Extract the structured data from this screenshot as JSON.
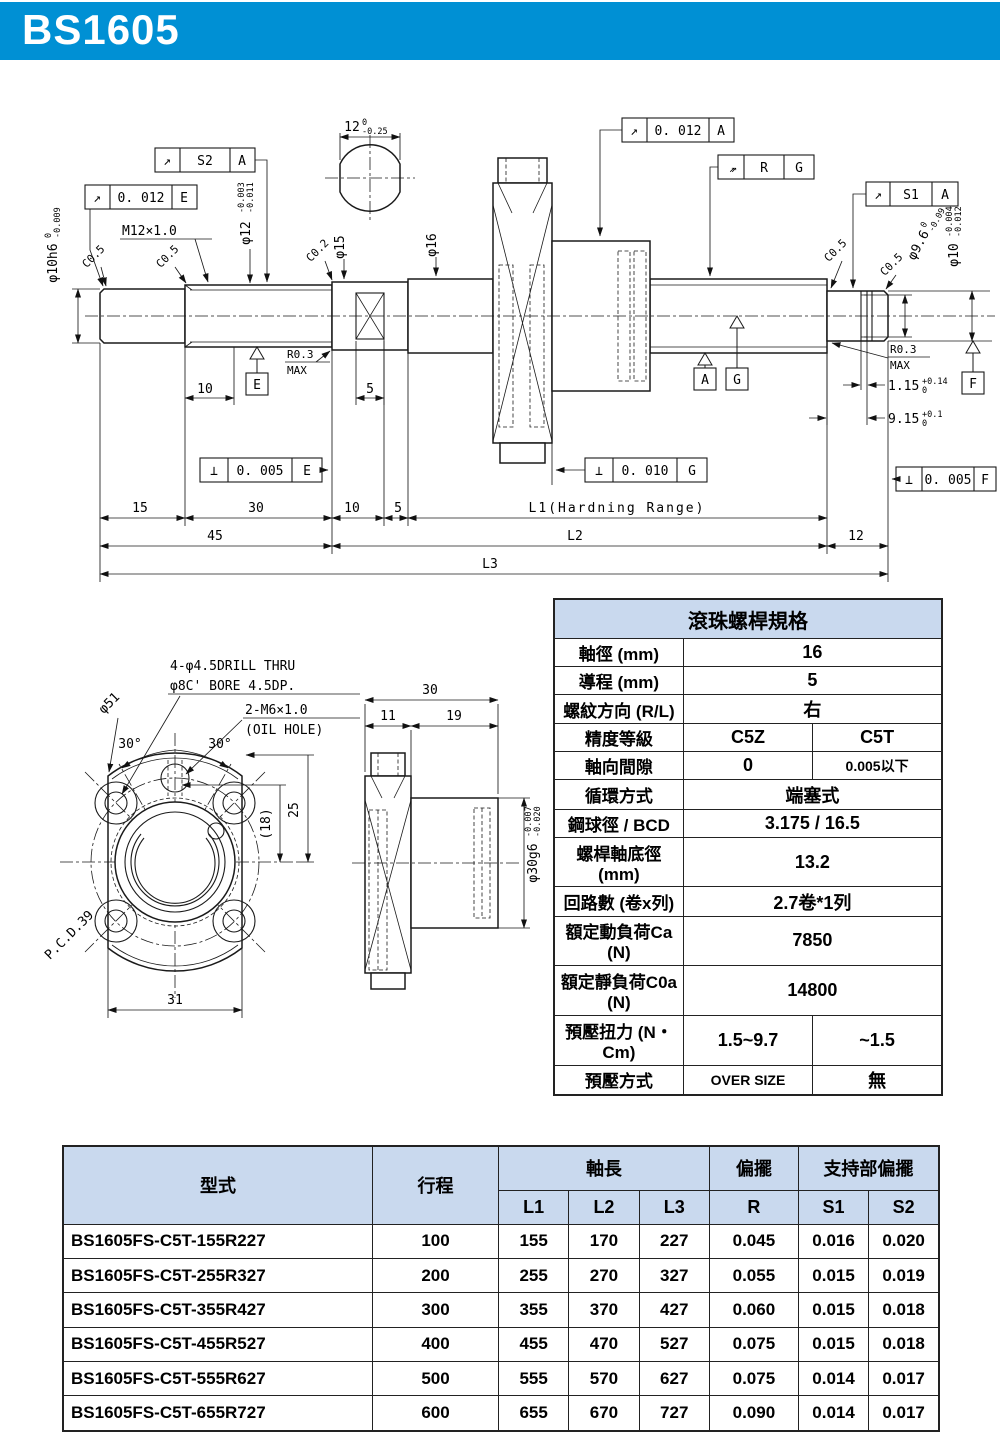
{
  "header": {
    "title": "BS1605",
    "accent_color": "#0090d4",
    "table_header_color": "#c9d9ee"
  },
  "main_drawing": {
    "frames": {
      "s2a": {
        "sym": "↗",
        "val": "S2",
        "datum": "A"
      },
      "e012": {
        "sym": "↗",
        "val": "0. 012",
        "datum": "E"
      },
      "a012": {
        "sym": "↗",
        "val": "0. 012",
        "datum": "A"
      },
      "rg": {
        "sym": "↗↗",
        "val": "R",
        "datum": "G"
      },
      "s1a": {
        "sym": "↗",
        "val": "S1",
        "datum": "A"
      },
      "perp_e": {
        "sym": "⊥",
        "val": "0. 005",
        "datum": "E"
      },
      "perp_g": {
        "sym": "⊥",
        "val": "0. 010",
        "datum": "G"
      },
      "perp_f": {
        "sym": "⊥",
        "val": "0. 005",
        "datum": "F"
      }
    },
    "datum_labels": {
      "e": "E",
      "a": "A",
      "g": "G",
      "f": "F"
    },
    "dims": {
      "sq12": {
        "main": "12",
        "up": "0",
        "dn": "-0.25"
      },
      "d10h6": {
        "main": "φ10h6",
        "up": "0",
        "dn": "-0.009"
      },
      "m12": "M12×1.0",
      "d12": {
        "main": "φ12",
        "up": "-0.003",
        "dn": "-0.011"
      },
      "d15": "φ15",
      "d16": "φ16",
      "c05a": "C0.5",
      "c05b": "C0.5",
      "c02": "C0.2",
      "c05c": "C0.5",
      "c05d": "C0.5",
      "d96": {
        "main": "φ9.6",
        "up": "0",
        "dn": "-0.09"
      },
      "d10r": {
        "main": "φ10",
        "up": "-0.004",
        "dn": "-0.012"
      },
      "r03a": "R0.3",
      "maxa": "MAX",
      "r03b": "R0.3",
      "maxb": "MAX",
      "g115": {
        "main": "1.15",
        "up": "+0.14",
        "dn": "0"
      },
      "g915": {
        "main": "9.15",
        "up": "+0.1",
        "dn": "0"
      },
      "t10": "10",
      "t5": "5",
      "c15": "15",
      "c30": "30",
      "c10": "10",
      "c5": "5",
      "l1": "L1(Hardning Range)",
      "c12": "12",
      "c45": "45",
      "l2": "L2",
      "l3": "L3"
    }
  },
  "flange_drawing": {
    "labels": {
      "drill": "4-φ4.5DRILL THRU",
      "cbore": "φ8C' BORE 4.5DP.",
      "m6": "2-M6×1.0",
      "oil": "(OIL HOLE)",
      "a30l": "30°",
      "a30r": "30°",
      "d51": "φ51",
      "b18": "(18)",
      "b25": "25",
      "pcd": "P.C.D.39",
      "w31": "31",
      "n30": "30",
      "n11": "11",
      "n19": "19",
      "d30g6": {
        "main": "φ30g6",
        "up": "-0.007",
        "dn": "-0.020"
      }
    }
  },
  "spec_table": {
    "title": "滾珠螺桿規格",
    "rows": [
      {
        "label": "軸徑 (mm)",
        "value": "16"
      },
      {
        "label": "導程 (mm)",
        "value": "5"
      },
      {
        "label": "螺紋方向 (R/L)",
        "value": "右"
      },
      {
        "label": "精度等級",
        "v1": "C5Z",
        "v2": "C5T"
      },
      {
        "label": "軸向間隙",
        "v1": "0",
        "v2": "0.005以下"
      },
      {
        "label": "循環方式",
        "value": "端塞式"
      },
      {
        "label": "鋼球徑 / BCD",
        "value": "3.175 / 16.5"
      },
      {
        "label": "螺桿軸底徑 (mm)",
        "value": "13.2"
      },
      {
        "label": "回路數 (卷x列)",
        "value": "2.7卷*1列"
      },
      {
        "label": "額定動負荷Ca  (N)",
        "value": "7850"
      },
      {
        "label": "額定靜負荷C0a  (N)",
        "value": "14800"
      },
      {
        "label": "預壓扭力  (N・Cm)",
        "v1": "1.5~9.7",
        "v2": "~1.5"
      },
      {
        "label": "預壓方式",
        "v1": "OVER SIZE",
        "v2": "無"
      }
    ]
  },
  "model_table": {
    "headers": {
      "model": "型式",
      "stroke": "行程",
      "axis_len": "軸長",
      "runout": "偏擺",
      "support_runout": "支持部偏擺",
      "l1": "L1",
      "l2": "L2",
      "l3": "L3",
      "r": "R",
      "s1": "S1",
      "s2": "S2"
    },
    "rows": [
      [
        "BS1605FS-C5T-155R227",
        "100",
        "155",
        "170",
        "227",
        "0.045",
        "0.016",
        "0.020"
      ],
      [
        "BS1605FS-C5T-255R327",
        "200",
        "255",
        "270",
        "327",
        "0.055",
        "0.015",
        "0.019"
      ],
      [
        "BS1605FS-C5T-355R427",
        "300",
        "355",
        "370",
        "427",
        "0.060",
        "0.015",
        "0.018"
      ],
      [
        "BS1605FS-C5T-455R527",
        "400",
        "455",
        "470",
        "527",
        "0.075",
        "0.015",
        "0.018"
      ],
      [
        "BS1605FS-C5T-555R627",
        "500",
        "555",
        "570",
        "627",
        "0.075",
        "0.014",
        "0.017"
      ],
      [
        "BS1605FS-C5T-655R727",
        "600",
        "655",
        "670",
        "727",
        "0.090",
        "0.014",
        "0.017"
      ]
    ]
  }
}
